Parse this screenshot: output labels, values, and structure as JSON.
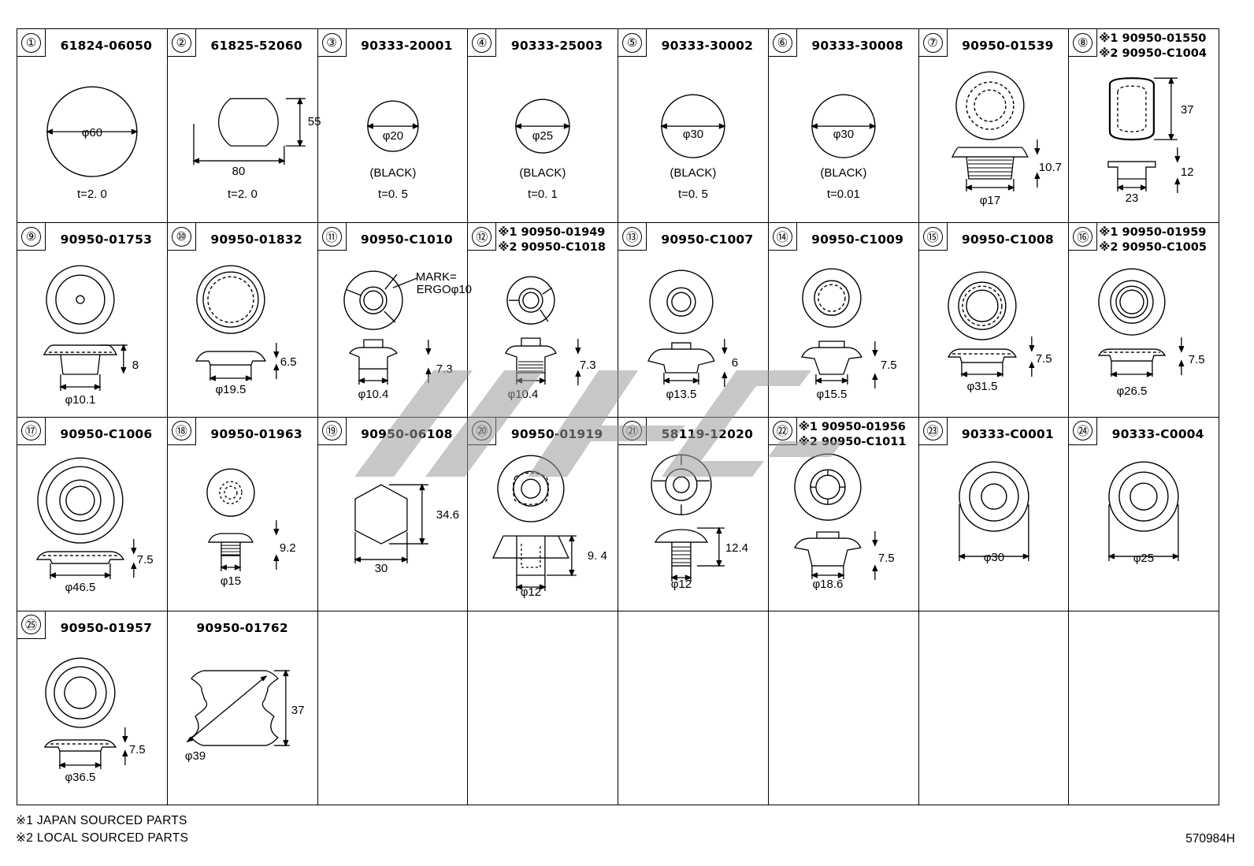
{
  "cells": [
    {
      "idx": "①",
      "part": "61824-06050",
      "dims": [
        "φ60"
      ],
      "note": [
        "",
        "t=2. 0"
      ]
    },
    {
      "idx": "②",
      "part": "61825-52060",
      "dims": [
        "55",
        "80"
      ],
      "note": [
        "",
        "t=2. 0"
      ]
    },
    {
      "idx": "③",
      "part": "90333-20001",
      "dims": [
        "φ20"
      ],
      "note": [
        "(BLACK)",
        "t=0. 5"
      ]
    },
    {
      "idx": "④",
      "part": "90333-25003",
      "dims": [
        "φ25"
      ],
      "note": [
        "(BLACK)",
        "t=0. 1"
      ]
    },
    {
      "idx": "⑤",
      "part": "90333-30002",
      "dims": [
        "φ30"
      ],
      "note": [
        "(BLACK)",
        "t=0. 5"
      ]
    },
    {
      "idx": "⑥",
      "part": "90333-30008",
      "dims": [
        "φ30"
      ],
      "note": [
        "(BLACK)",
        "t=0.01"
      ]
    },
    {
      "idx": "⑦",
      "part": "90950-01539",
      "dims": [
        "10.7",
        "φ17"
      ]
    },
    {
      "idx": "⑧",
      "part1": "※1 90950-01550",
      "part2": "※2 90950-C1004",
      "dims": [
        "37",
        "12",
        "23"
      ]
    },
    {
      "idx": "⑨",
      "part": "90950-01753",
      "dims": [
        "8",
        "φ10.1"
      ]
    },
    {
      "idx": "⑩",
      "part": "90950-01832",
      "dims": [
        "6.5",
        "φ19.5"
      ]
    },
    {
      "idx": "⑪",
      "part": "90950-C1010",
      "dims": [
        "7.3",
        "φ10.4"
      ],
      "mark": [
        "MARK=",
        "ERGOφ10"
      ]
    },
    {
      "idx": "⑫",
      "part1": "※1 90950-01949",
      "part2": "※2 90950-C1018",
      "dims": [
        "7.3",
        "φ10.4"
      ]
    },
    {
      "idx": "⑬",
      "part": "90950-C1007",
      "dims": [
        "6",
        "φ13.5"
      ]
    },
    {
      "idx": "⑭",
      "part": "90950-C1009",
      "dims": [
        "7.5",
        "φ15.5"
      ]
    },
    {
      "idx": "⑮",
      "part": "90950-C1008",
      "dims": [
        "7.5",
        "φ31.5"
      ]
    },
    {
      "idx": "⑯",
      "part1": "※1 90950-01959",
      "part2": "※2 90950-C1005",
      "dims": [
        "7.5",
        "φ26.5"
      ]
    },
    {
      "idx": "⑰",
      "part": "90950-C1006",
      "dims": [
        "7.5",
        "φ46.5"
      ]
    },
    {
      "idx": "⑱",
      "part": "90950-01963",
      "dims": [
        "9.2",
        "φ15"
      ]
    },
    {
      "idx": "⑲",
      "part": "90950-06108",
      "dims": [
        "34.6",
        "30"
      ]
    },
    {
      "idx": "⑳",
      "part": "90950-01919",
      "dims": [
        "9. 4",
        "φ12"
      ]
    },
    {
      "idx": "㉑",
      "part": "58119-12020",
      "dims": [
        "12.4",
        "φ12"
      ]
    },
    {
      "idx": "㉒",
      "part1": "※1 90950-01956",
      "part2": "※2 90950-C1011",
      "dims": [
        "7.5",
        "φ18.6"
      ]
    },
    {
      "idx": "㉓",
      "part": "90333-C0001",
      "dims": [
        "φ30"
      ]
    },
    {
      "idx": "㉔",
      "part": "90333-C0004",
      "dims": [
        "φ25"
      ]
    },
    {
      "idx": "㉕",
      "part": "90950-01957",
      "dims": [
        "7.5",
        "φ36.5"
      ]
    },
    {
      "idx": "",
      "part": "90950-01762",
      "dims": [
        "37",
        "φ39"
      ]
    }
  ],
  "footnotes": [
    "※1 JAPAN SOURCED PARTS",
    "※2 LOCAL SOURCED PARTS"
  ],
  "drawing_code": "570984H"
}
